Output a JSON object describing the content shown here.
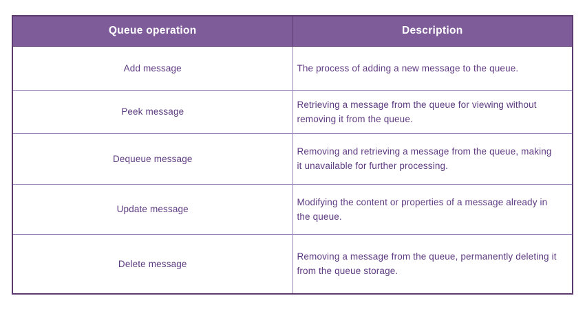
{
  "table": {
    "columns": [
      "Queue operation",
      "Description"
    ],
    "rows": [
      {
        "operation": "Add message",
        "description": "The process of adding a new message to the queue."
      },
      {
        "operation": "Peek message",
        "description": "Retrieving a message from the queue for viewing without removing it from the queue."
      },
      {
        "operation": "Dequeue message",
        "description": "Removing and retrieving a message from the queue, making it unavailable for further processing."
      },
      {
        "operation": "Update message",
        "description": "Modifying the content or properties of a message already in the queue."
      },
      {
        "operation": "Delete message",
        "description": "Removing a message from the queue, permanently deleting it from the queue storage."
      }
    ]
  },
  "colors": {
    "header_bg": "#7e5c99",
    "header_text": "#ffffff",
    "body_text": "#5d3a80",
    "inner_border": "#9d82b8",
    "outer_border": "#5c3a6e",
    "header_border": "#5e3d72",
    "page_bg": "#ffffff"
  }
}
